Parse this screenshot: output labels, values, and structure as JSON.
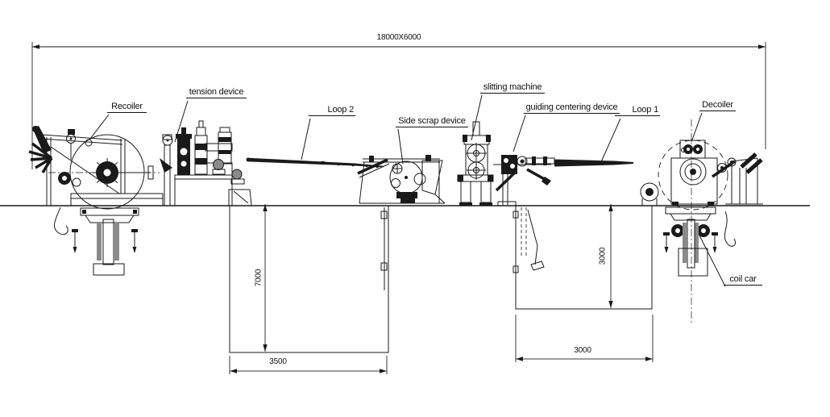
{
  "labels": {
    "recoiler": "Recoiler",
    "tension_device": "tension device",
    "loop2": "Loop 2",
    "side_scrap_device": "Side scrap device",
    "slitting_machine": "slitting machine",
    "guiding_centering_device": "guiding centering device",
    "loop1": "Loop 1",
    "decoiler": "Decoiler",
    "coil_car": "coil car"
  },
  "dimensions": {
    "overall": "18000X6000",
    "loop2_pit_depth": "7000",
    "loop2_pit_width": "3500",
    "loop1_pit_depth": "3000",
    "loop1_pit_width": "3000"
  },
  "colors": {
    "line": "#1a1a1a",
    "background": "#ffffff"
  }
}
